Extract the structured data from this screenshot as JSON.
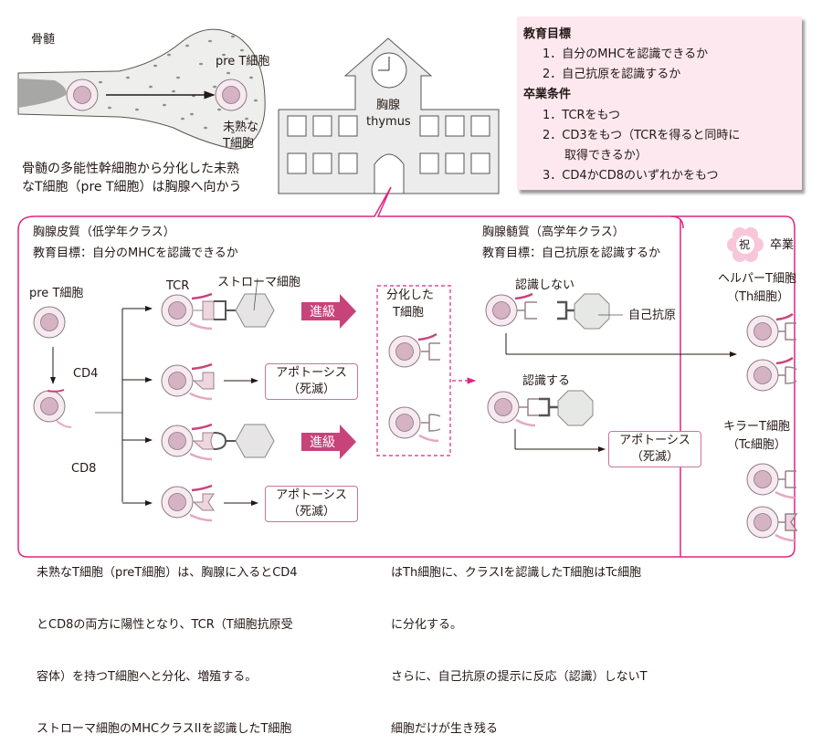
{
  "bone_marrow": {
    "label": "骨髄",
    "pre_t_cell_label": "pre T細胞",
    "immature_label_1": "未熟な",
    "immature_label_2": "T細胞",
    "caption_line1": "骨髄の多能性幹細胞から分化した未熟",
    "caption_line2": "なT細胞（pre T細胞）は胸腺へ向かう"
  },
  "thymus_building": {
    "label_jp": "胸腺",
    "label_en": "thymus"
  },
  "goals_box": {
    "education_heading": "教育目標",
    "education_items": [
      "1．自分のMHCを認識できるか",
      "2．自己抗原を認識するか"
    ],
    "graduation_heading": "卒業条件",
    "graduation_items": [
      "1．TCRをもつ",
      "2．CD3をもつ（TCRを得ると同時に",
      "取得できるか）",
      "3．CD4かCD8のいずれかをもつ"
    ]
  },
  "cortex": {
    "title": "胸腺皮質（低学年クラス）",
    "goal": "教育目標：自分のMHCを認識できるか",
    "pre_t_label": "pre T細胞",
    "cd4_label": "CD4",
    "cd8_label": "CD8",
    "tcr_label": "TCR",
    "stroma_label": "ストローマ細胞",
    "promote_label": "進級",
    "apoptosis_line1": "アポトーシス",
    "apoptosis_line2": "（死滅）"
  },
  "differentiated": {
    "line1": "分化した",
    "line2": "T細胞"
  },
  "medulla": {
    "title": "胸腺髄質（高学年クラス）",
    "goal": "教育目標：自己抗原を認識するか",
    "not_recognize_label": "認識しない",
    "self_antigen_label": "自己抗原",
    "recognize_label": "認識する",
    "apoptosis_line1": "アポトーシス",
    "apoptosis_line2": "（死滅）"
  },
  "graduation": {
    "badge_char": "祝",
    "label": "卒業",
    "helper_line1": "ヘルパーT細胞",
    "helper_line2": "（Th細胞）",
    "killer_line1": "キラーT細胞",
    "killer_line2": "（Tc細胞）"
  },
  "bottom_text": {
    "left": [
      "未熟なT細胞（preT細胞）は、胸腺に入るとCD4",
      "とCD8の両方に陽性となり、TCR（T細胞抗原受",
      "容体）を持つT細胞へと分化、増殖する。",
      "ストローマ細胞のMHCクラスIIを認識したT細胞"
    ],
    "right": [
      "はTh細胞に、クラスIを認識したT細胞はTc細胞",
      "に分化する。",
      "さらに、自己抗原の提示に反応（認識）しないT",
      "細胞だけが生き残る"
    ]
  },
  "colors": {
    "magenta_frame": "#e0257f",
    "promote_arrow": "#c8437a",
    "goal_box_bg": "#fce8ee",
    "cell_outer": "#f6e9ef",
    "cell_nucleus": "#d5b3c3",
    "building_fill": "#ebeceb"
  }
}
